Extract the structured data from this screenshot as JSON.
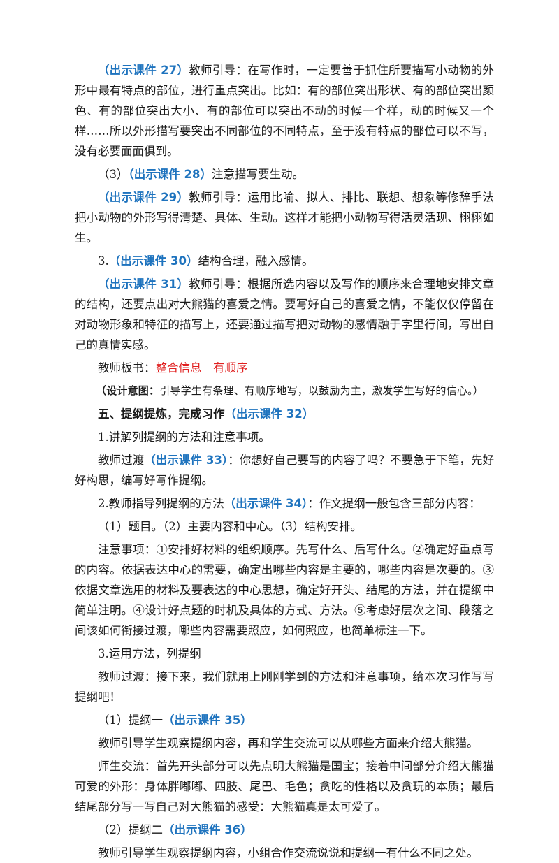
{
  "colors": {
    "courseware": "#1e73be",
    "board": "#e02020",
    "text": "#1a1a1a"
  },
  "paragraphs": {
    "p1": {
      "kj": "（出示课件 27）",
      "text": "教师引导：在写作时，一定要善于抓住所要描写小动物的外形中最有特点的部位，进行重点突出。比如：有的部位突出形状、有的部位突出颜色、有的部位突出大小、有的部位可以突出不动的时候一个样，动的时候又一个样……所以外形描写要突出不同部位的不同特点，至于没有特点的部位可以不写，没有必要面面俱到。"
    },
    "p2": {
      "pre": "（3）",
      "kj": "（出示课件 28）",
      "text": "注意描写要生动。"
    },
    "p3": {
      "kj": "（出示课件 29）",
      "text": "教师引导：运用比喻、拟人、排比、联想、想象等修辞手法把小动物的外形写得清楚、具体、生动。这样才能把小动物写得活灵活现、栩栩如生。"
    },
    "p4": {
      "pre": "3.",
      "kj": "（出示课件 30）",
      "text": "结构合理，融入感情。"
    },
    "p5": {
      "kj": "（出示课件 31）",
      "text": "教师引导：根据所选内容以及写作的顺序来合理地安排文章的结构，还要点出对大熊猫的喜爱之情。要写好自己的喜爱之情，不能仅仅停留在对动物形象和特征的描写上，还要通过描写把对动物的感情融于字里行间，写出自己的真情实感。"
    },
    "p6": {
      "pre": "教师板书：",
      "red": "整合信息　有顺序"
    },
    "p7": {
      "label": "（设计意图：",
      "text": "引导学生有条理、有顺序地写，以鼓励为主，激发学生写好的信心。）"
    },
    "p8": {
      "heading": "五、提纲提炼，完成习作",
      "kj": "（出示课件 32）"
    },
    "p9": {
      "text": "1.讲解列提纲的方法和注意事项。"
    },
    "p10": {
      "pre": "教师过渡",
      "kj": "（出示课件 33）",
      "text": "：你想好自己要写的内容了吗？不要急于下笔，先好好构思，编写好写作提纲。"
    },
    "p11": {
      "pre": "2.教师指导列提纲的方法",
      "kj": "（出示课件 34）",
      "text": "：作文提纲一般包含三部分内容："
    },
    "p12": {
      "text": "（1）题目。（2）主要内容和中心。（3）结构安排。"
    },
    "p13": {
      "text": "注意事项：①安排好材料的组织顺序。先写什么、后写什么。②确定好重点写的内容。依据表达中心的需要，确定出哪些内容是主要的，哪些内容是次要的。③依据文章选用的材料及要表达的中心思想，确定好开头、结尾的方法，并在提纲中简单注明。④设计好点题的时机及具体的方式、方法。⑤考虑好层次之间、段落之间该如何衔接过渡，哪些内容需要照应，如何照应，也简单标注一下。"
    },
    "p14": {
      "text": "3.运用方法，列提纲"
    },
    "p15": {
      "text": "教师过渡：接下来，我们就用上刚刚学到的方法和注意事项，给本次习作写写提纲吧！"
    },
    "p16": {
      "pre": "（1）提纲一",
      "kj": "（出示课件 35）"
    },
    "p17": {
      "text": "教师引导学生观察提纲内容，再和学生交流可以从哪些方面来介绍大熊猫。"
    },
    "p18": {
      "text": "师生交流：首先开头部分可以先点明大熊猫是国宝；接着中间部分介绍大熊猫可爱的外形：身体胖嘟嘟、四肢、尾巴、毛色；贪吃的性格以及贪玩的本质；最后结尾部分写一写自己对大熊猫的感受：大熊猫真是太可爱了。"
    },
    "p19": {
      "pre": "（2）提纲二",
      "kj": "（出示课件 36）"
    },
    "p20": {
      "text": "教师引导学生观察提纲内容，小组合作交流说说和提纲一有什么不同之处。"
    }
  }
}
